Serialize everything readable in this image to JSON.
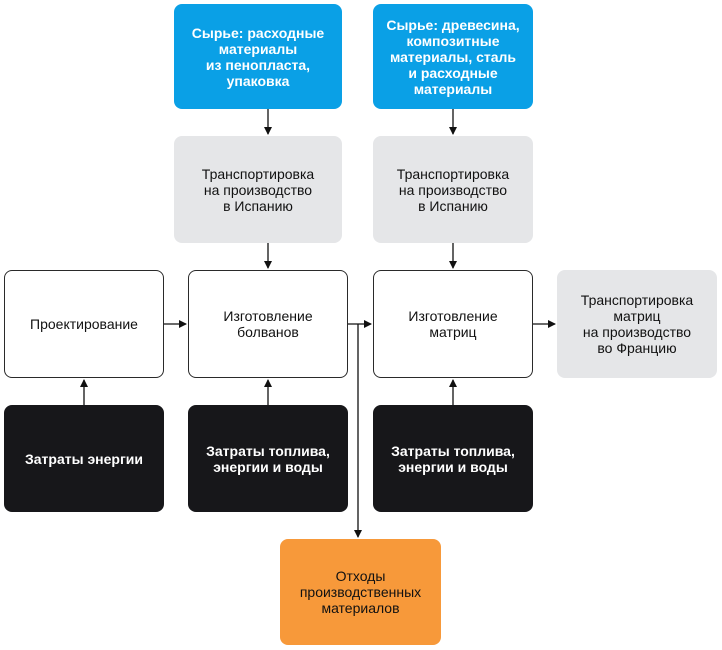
{
  "raw_foam": "Сырье: расходные\nматериалы\nиз пенопласта,\nупаковка",
  "raw_wood": "Сырье: древесина,\nкомпозитные\nматериалы, сталь\nи расходные\nматериалы",
  "transport_spain_1": "Транспортировка\nна производство\nв Испанию",
  "transport_spain_2": "Транспортировка\nна производство\nв Испанию",
  "design": "Проектирование",
  "plugs": "Изготовление\nболванов",
  "molds": "Изготовление\nматриц",
  "transport_france": "Транспортировка\nматриц\nна производство\nво Францию",
  "energy": "Затраты энергии",
  "fuel_1": "Затраты топлива,\nэнергии и воды",
  "fuel_2": "Затраты топлива,\nэнергии и воды",
  "waste": "Отходы\nпроизводственных\nматериалов",
  "colors": {
    "raw": "#0aa0e6",
    "transport": "#e5e6e8",
    "process": "#ffffff",
    "inputs": "#17171a",
    "waste": "#f7993a"
  }
}
